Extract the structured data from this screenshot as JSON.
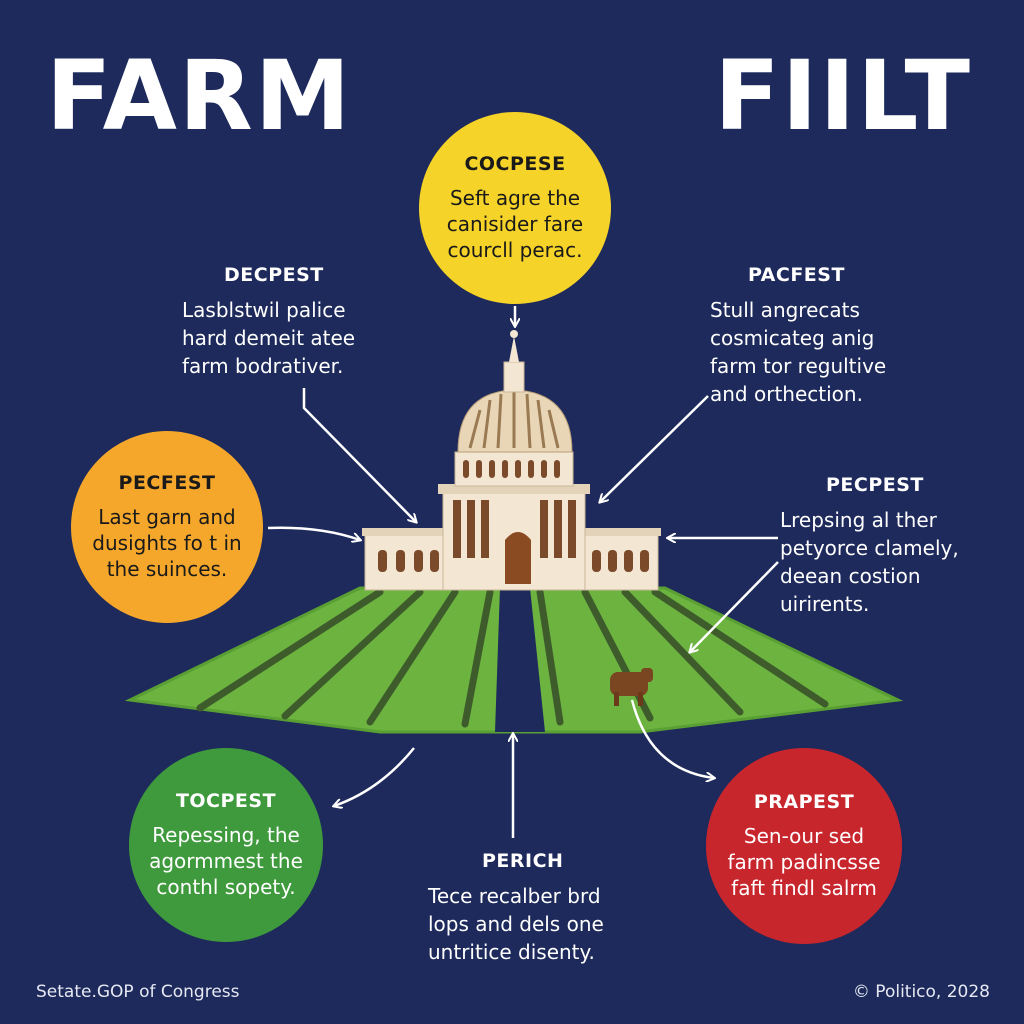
{
  "title_left": "FARM",
  "title_right": "FIILT",
  "nodes": {
    "top": {
      "head": "COCPESE",
      "lines": [
        "Seft agre the",
        "canisider fare",
        "courcll perac."
      ]
    },
    "left_text": {
      "head": "DECPEST",
      "lines": [
        "Lasblstwil palice",
        "hard demeit atee",
        "farm bodrativer."
      ]
    },
    "right_text": {
      "head": "PACFEST",
      "lines": [
        "Stull angrecats",
        "cosmicateg anig",
        "farm tor regultive",
        "and orthection."
      ]
    },
    "orange": {
      "head": "PECFEST",
      "lines": [
        "Last garn and",
        "dusights fo t in",
        "the suinces."
      ]
    },
    "mid_right": {
      "head": "PECPEST",
      "lines": [
        "Lrepsing al ther",
        "petyorce clamely,",
        "deean costion",
        "uirirents."
      ]
    },
    "green": {
      "head": "TOCPEST",
      "lines": [
        "Repessing, the",
        "agormmest the",
        "conthl sopety."
      ]
    },
    "bottom": {
      "head": "PERICH",
      "lines": [
        "Tece recalber brd",
        "lops and dels one",
        "untritice disenty."
      ]
    },
    "red": {
      "head": "PRAPEST",
      "lines": [
        "Sen-our sed",
        "farm padincsse",
        "faft findl salrm"
      ]
    }
  },
  "footer_left": "Setate.GOP of Congress",
  "footer_right": "© Politico, 2028",
  "colors": {
    "background": "#1d2a5b",
    "yellow": "#f5d328",
    "orange": "#f5a72b",
    "green": "#3e9a3c",
    "red": "#c8262d",
    "field": "#6cb33f",
    "capitol": "#f3e6d2"
  }
}
